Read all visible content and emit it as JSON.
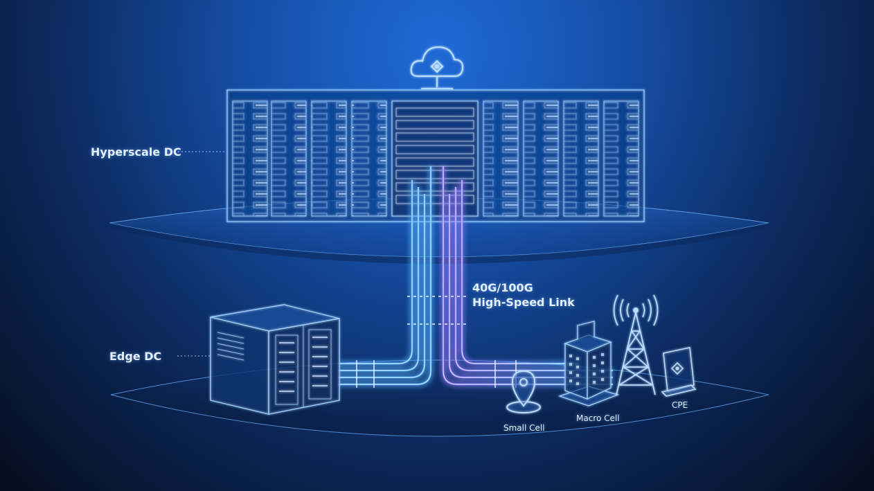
{
  "labels": {
    "hyperscale": "Hyperscale DC",
    "edge": "Edge DC",
    "link_line1": "40G/100G",
    "link_line2": "High-Speed Link",
    "small_cell": "Small Cell",
    "macro_cell": "Macro Cell",
    "cpe": "CPE"
  },
  "icons": [
    "cloud-icon",
    "server-rack-icon",
    "edge-cabinet-icon",
    "location-pin-icon",
    "building-icon",
    "cell-tower-icon",
    "cpe-router-icon"
  ],
  "colors": {
    "background_top": "#1f6ad6",
    "background_bottom": "#050c1c",
    "line_blue": "#5ab4ff",
    "line_violet": "#b57bff",
    "outline": "#8ec8ff"
  }
}
